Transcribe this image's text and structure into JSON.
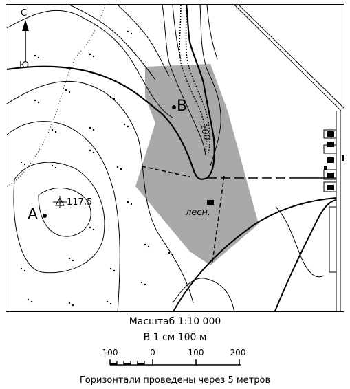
{
  "map": {
    "north_s": "С",
    "north_n": "Ю",
    "point_a": "А",
    "point_b": "В",
    "height_mark": "117,5",
    "contour_label": "100",
    "forester_label": "лесн."
  },
  "scale": {
    "ratio": "Масштаб 1:10 000",
    "per_cm": "В 1 см 100 м",
    "ticks": [
      "100",
      "0",
      "100",
      "200"
    ]
  },
  "footnote": "Горизонтали проведены через 5 метров",
  "colors": {
    "forest_fill": "#a9a9a9",
    "ink": "#000000"
  }
}
